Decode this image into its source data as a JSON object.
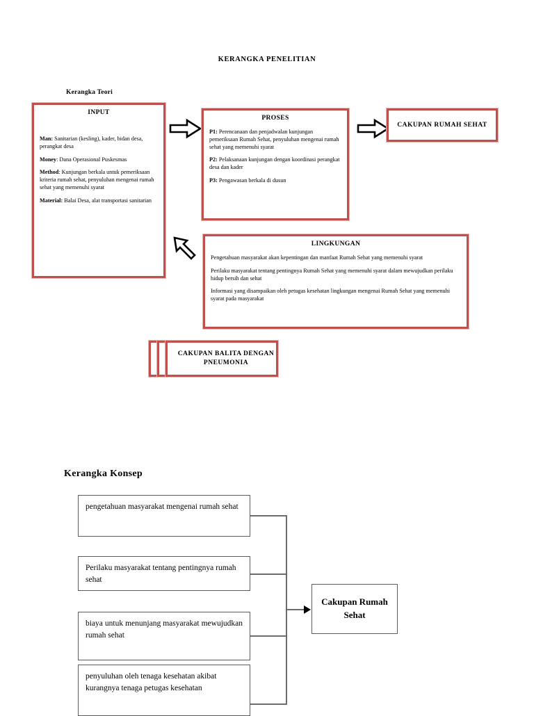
{
  "document": {
    "title": "KERANGKA PENELITIAN"
  },
  "theori": {
    "label": "Kerangka Teori",
    "input": {
      "heading": "INPUT",
      "items": [
        {
          "term": "Man:",
          "text": " Sanitarian (kesling), kader, bidan desa, perangkat desa"
        },
        {
          "term": "Money",
          "text": ": Dana Operasional Puskesmas"
        },
        {
          "term": "Method",
          "text": ": Kunjungan berkala untuk pemeriksaan kriteria rumah sehat, penyuluhan mengenai rumah sehat yang memenuhi syarat"
        },
        {
          "term": "Material:",
          "text": " Balai Desa, alat transportasi sanitarian"
        }
      ]
    },
    "proses": {
      "heading": "PROSES",
      "items": [
        {
          "term": "P1:",
          "text": " Perencanaan dan penjadwalan kunjungan pemeriksaan Rumah Sehat, penyuluhan mengenai rumah sehat yang memenuhi syarat"
        },
        {
          "term": "P2:",
          "text": " Pelaksanaan kunjungan dengan koordinasi perangkat desa dan kader"
        },
        {
          "term": "P3:",
          "text": " Pengawasan berkala di dusun"
        }
      ]
    },
    "output": {
      "heading": "CAKUPAN  RUMAH SEHAT"
    },
    "lingkungan": {
      "heading": "LINGKUNGAN",
      "paragraphs": [
        "Pengetahuan masyarakat akan kepentingan dan manfaat Rumah Sehat yang memenuhi syarat",
        "Perilaku masyarakat tentang pentingnya Rumah Sehat yang memenuhi syarat dalam mewujudkan perilaku hidup bersih dan sehat",
        " Informasi yang disampaikan oleh petugas kesehatan lingkungan mengenai Rumah Sehat yang memenuhi syarat pada masyarakat"
      ]
    },
    "balita": {
      "heading": "CAKUPAN BALITA DENGAN PNEUMONIA"
    },
    "arrows": {
      "input_to_proses": "right-block-arrow",
      "proses_to_output": "right-block-arrow",
      "lingkungan_to_input": "up-left-block-arrow"
    },
    "colors": {
      "frame": "#c0504d",
      "frame_outer": "#e8b4b2"
    }
  },
  "konsep": {
    "label": "Kerangka Konsep",
    "factors": [
      "pengetahuan masyarakat mengenai rumah sehat",
      " Perilaku masyarakat tentang pentingnya rumah sehat",
      "biaya untuk menunjang masyarakat mewujudkan rumah sehat",
      "penyuluhan oleh tenaga kesehatan akibat kurangnya tenaga petugas kesehatan"
    ],
    "result": "Cakupan Rumah Sehat",
    "colors": {
      "border": "#5a5a5a",
      "connector": "#6b6b6b"
    }
  }
}
